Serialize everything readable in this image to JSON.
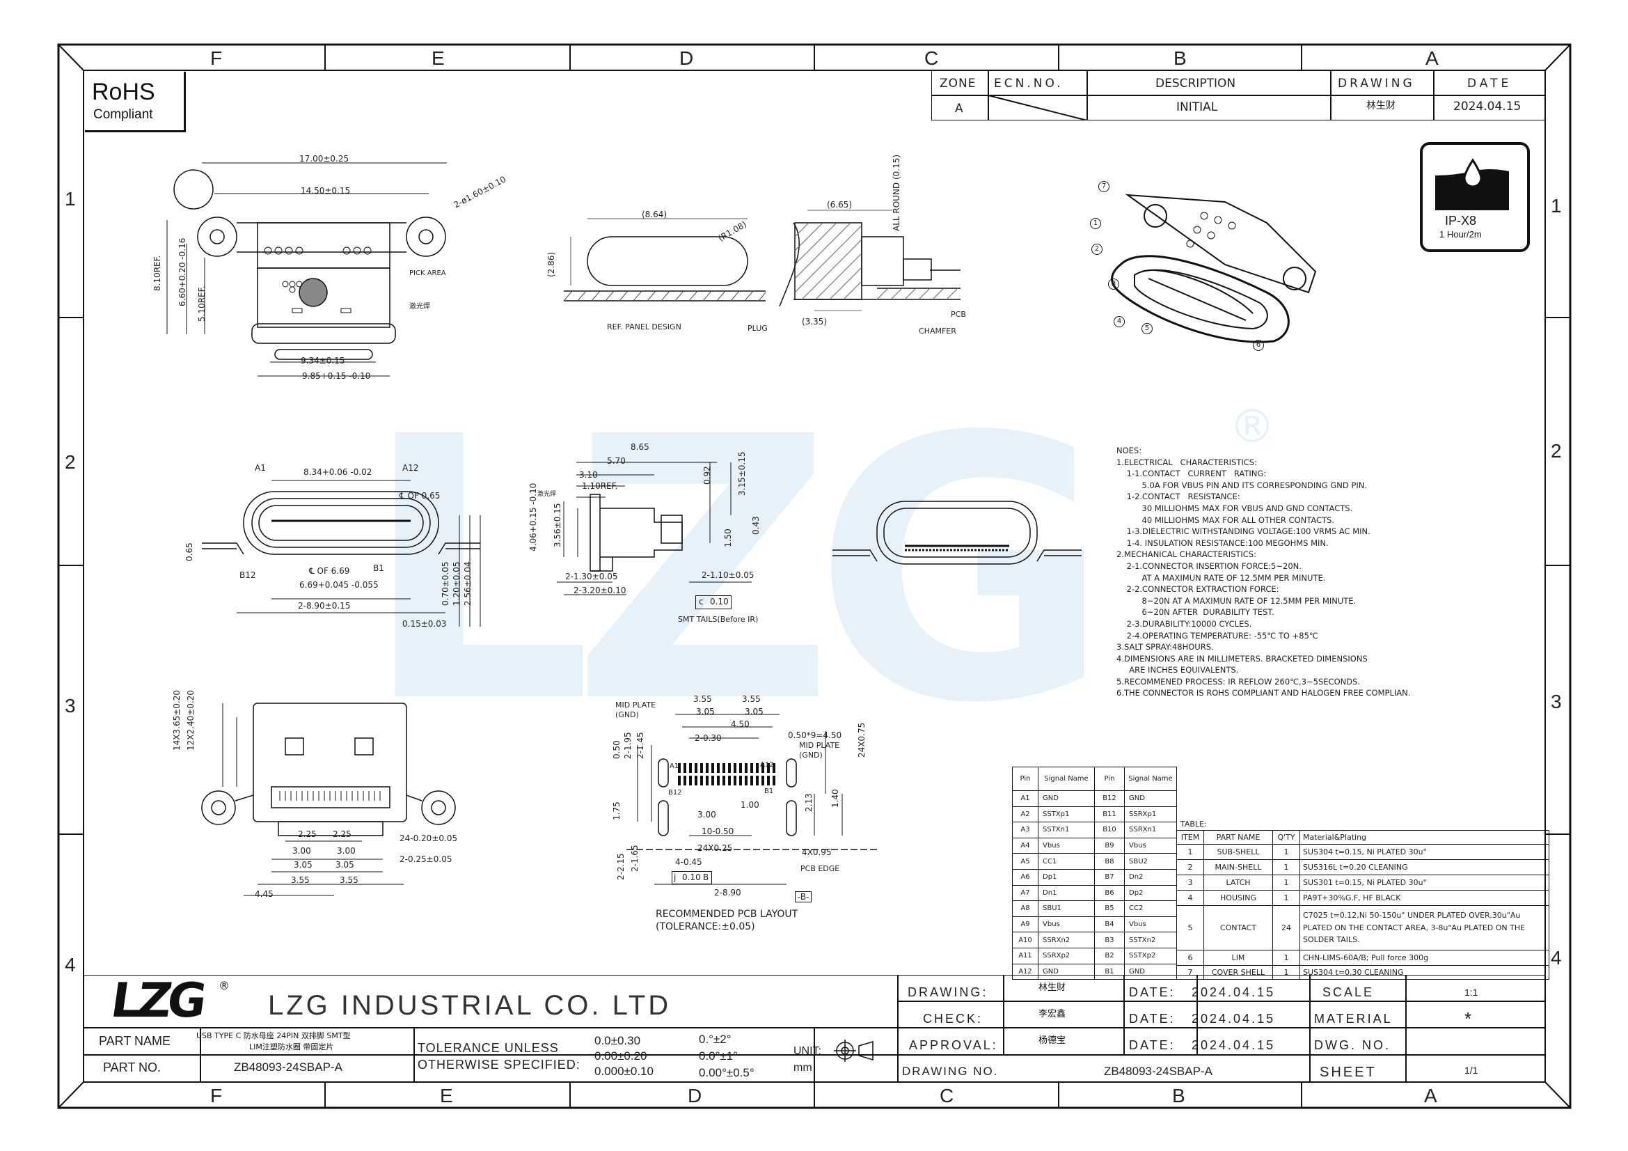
{
  "zones": {
    "top_letters": [
      "F",
      "E",
      "D",
      "C",
      "B",
      "A"
    ],
    "bottom_letters": [
      "F",
      "E",
      "D",
      "C",
      "B",
      "A"
    ],
    "left_numbers": [
      "1",
      "2",
      "3",
      "4"
    ],
    "right_numbers": [
      "1",
      "2",
      "3",
      "4"
    ]
  },
  "rohs": {
    "title": "RoHS",
    "subtitle": "Compliant"
  },
  "revision": {
    "headers": [
      "ZONE",
      "ECN.NO.",
      "DESCRIPTION",
      "DRAWING",
      "DATE"
    ],
    "row": [
      "A",
      "",
      "INITIAL",
      "林生财",
      "2024.04.15"
    ]
  },
  "ip_badge": {
    "rating": "IP-X8",
    "duration": "1 Hour/2m"
  },
  "watermark": {
    "text": "LZG",
    "registered": "®"
  },
  "views": {
    "top": {
      "d1": "17.00±0.25",
      "d2": "14.50±0.15",
      "hole": "2-ø1.60±0.10",
      "ref8": "8.10REF.",
      "ref660": "6.60+0.20 -0.16",
      "ref510": "5.10REF.",
      "pick": "PICK AREA",
      "laser": "激光焊",
      "w934": "9.34±0.15",
      "w985": "9.85+0.15 -0.10"
    },
    "panel": {
      "d864": "(8.64)",
      "r108": "(R1.08)",
      "h286": "(2.86)",
      "label": "REF. PANEL DESIGN"
    },
    "side": {
      "d665": "(6.65)",
      "allround": "ALL ROUND (0.15)",
      "d335": "(3.35)",
      "plug": "PLUG",
      "pcb": "PCB",
      "chamfer": "CHAMFER"
    },
    "front": {
      "a1": "A1",
      "a12": "A12",
      "b1": "B1",
      "b12": "B12",
      "d834": "8.34+0.06 -0.02",
      "cl065": "℄ OF 0.65",
      "cl669": "℄ OF 6.69",
      "d669": "6.69+0.045 -0.055",
      "d890": "2-8.90±0.15",
      "d065": "0.65",
      "d070": "0.70±0.05",
      "d120": "1.20±0.05",
      "d256": "2.56±0.04",
      "d015": "0.15±0.03"
    },
    "profile": {
      "d865": "8.65",
      "d570": "5.70",
      "d310": "3.10",
      "d110": "1.10REF.",
      "d092": "0.92",
      "d315": "3.15±0.15",
      "d406": "4.06+0.15 -0.10",
      "d356": "3.56±0.15",
      "d150": "1.50",
      "d043": "0.43",
      "d130": "2-1.30±0.05",
      "d320": "2-3.20±0.10",
      "d1105": "2-1.10±0.05",
      "cbox": "c",
      "cval": "0.10",
      "smt": "SMT TAILS(Before IR)",
      "laser": "激光焊"
    },
    "bottom": {
      "d1465": "14X3.65±0.20",
      "d1240": "12X2.40±0.20",
      "d225a": "2.25",
      "d225b": "2.25",
      "d300a": "3.00",
      "d300b": "3.00",
      "d305a": "3.05",
      "d305b": "3.05",
      "d355a": "3.55",
      "d355b": "3.55",
      "d445": "4.45",
      "d24": "24-0.20±0.05",
      "d2025": "2-0.25±0.05"
    },
    "pcb": {
      "mid_plate_l": "MID PLATE (GND)",
      "mid_plate_r": "MID PLATE (GND)",
      "d355a": "3.55",
      "d355b": "3.55",
      "d305a": "3.05",
      "d305b": "3.05",
      "d450": "4.50",
      "d030": "2-0.30",
      "d050x9": "0.50*9=4.50",
      "d24x075": "24X0.75",
      "d050": "0.50",
      "d195": "2-1.95",
      "d145": "2-1.45",
      "a1": "A1",
      "a12": "A12",
      "b12": "B12",
      "b1": "B1",
      "d100": "1.00",
      "d300": "3.00",
      "d213": "2.13",
      "d140": "1.40",
      "d175": "1.75",
      "d1050": "10-0.50",
      "d24x025": "24X0.25",
      "d4x095": "4X0.95",
      "d445": "4-0.45",
      "d215": "2-2.15",
      "d165": "2-1.65",
      "pcbedge": "PCB EDGE",
      "j": "j",
      "jval": "0.10",
      "jb": "B",
      "d890": "2-8.90",
      "bref": "-B-",
      "caption": "RECOMMENDED PCB LAYOUT",
      "tol": "(TOLERANCE:±0.05)"
    }
  },
  "notes": [
    "NOES:",
    "1.ELECTRICAL   CHARACTERISTICS:",
    "    1-1.CONTACT   CURRENT   RATING:",
    "          5.0A FOR VBUS PIN AND ITS CORRESPONDING GND PIN.",
    "    1-2.CONTACT   RESISTANCE:",
    "          30 MILLIOHMS MAX FOR VBUS AND GND CONTACTS.",
    "          40 MILLIOHMS MAX FOR ALL OTHER CONTACTS.",
    "    1-3.DIELECTRIC WITHSTANDING VOLTAGE:100 VRMS AC MIN.",
    "    1-4. INSULATION RESISTANCE:100 MEGOHMS MIN.",
    "2.MECHANICAL CHARACTERISTICS:",
    "    2-1.CONNECTOR INSERTION FORCE:5~20N.",
    "          AT A MAXIMUN RATE OF 12.5MM PER MINUTE.",
    "    2-2.CONNECTOR EXTRACTION FORCE:",
    "          8~20N AT A MAXIMUN RATE OF 12.5MM PER MINUTE.",
    "          6~20N AFTER  DURABILITY TEST.",
    "    2-3.DURABILITY:10000 CYCLES.",
    "    2-4.OPERATING TEMPERATURE: -55℃ TO +85℃",
    "3.SALT SPRAY:48HOURS.",
    "4.DIMENSIONS ARE IN MILLIMETERS. BRACKETED DIMENSIONS",
    "     ARE INCHES EQUIVALENTS.",
    "5.RECOMMENED PROCESS: IR REFLOW 260℃,3~5SECONDS.",
    "6.THE CONNECTOR IS ROHS COMPLIANT AND HALOGEN FREE COMPLIAN."
  ],
  "pin_table": {
    "headers": [
      "Pin",
      "Signal Name",
      "Pin",
      "Signal Name"
    ],
    "rows": [
      [
        "A1",
        "GND",
        "B12",
        "GND"
      ],
      [
        "A2",
        "SSTXp1",
        "B11",
        "SSRXp1"
      ],
      [
        "A3",
        "SSTXn1",
        "B10",
        "SSRXn1"
      ],
      [
        "A4",
        "Vbus",
        "B9",
        "Vbus"
      ],
      [
        "A5",
        "CC1",
        "B8",
        "SBU2"
      ],
      [
        "A6",
        "Dp1",
        "B7",
        "Dn2"
      ],
      [
        "A7",
        "Dn1",
        "B6",
        "Dp2"
      ],
      [
        "A8",
        "SBU1",
        "B5",
        "CC2"
      ],
      [
        "A9",
        "Vbus",
        "B4",
        "Vbus"
      ],
      [
        "A10",
        "SSRXn2",
        "B3",
        "SSTXn2"
      ],
      [
        "A11",
        "SSRXp2",
        "B2",
        "SSTXp2"
      ],
      [
        "A12",
        "GND",
        "B1",
        "GND"
      ]
    ]
  },
  "bom_table": {
    "caption": "TABLE:",
    "headers": [
      "ITEM",
      "PART NAME",
      "Q'TY",
      "Material&Plating"
    ],
    "rows": [
      [
        "1",
        "SUB-SHELL",
        "1",
        "SUS304  t=0.15, Ni PLATED 30u\""
      ],
      [
        "2",
        "MAIN-SHELL",
        "1",
        "SUS316L  t=0.20 CLEANING"
      ],
      [
        "3",
        "LATCH",
        "1",
        "SUS301  t=0.15, Ni PLATED 30u\""
      ],
      [
        "4",
        "HOUSING",
        "1",
        "PA9T+30%G.F, HF BLACK"
      ],
      [
        "5",
        "CONTACT",
        "24",
        "C7025  t=0.12,Ni 50-150u\" UNDER PLATED OVER.30u\"Au PLATED ON THE CONTACT AREA, 3-8u\"Au PLATED ON THE SOLDER TAILS."
      ],
      [
        "6",
        "LIM",
        "1",
        "CHN-LIMS-60A/B;  Pull  force 300g"
      ],
      [
        "7",
        "COVER SHELL",
        "1",
        "SUS304  t=0.30 CLEANING"
      ]
    ]
  },
  "balloons": [
    "7",
    "1",
    "2",
    "3",
    "4",
    "5",
    "6"
  ],
  "title_block": {
    "logo": "LZG",
    "logo_reg": "®",
    "company": "LZG INDUSTRIAL CO. LTD",
    "part_name_label": "PART NAME",
    "part_name_line1": "USB TYPE C 防水母座 24PIN 双排脚 SMT型",
    "part_name_line2": "LIM注塑防水圈 带固定片",
    "part_no_label": "PART NO.",
    "part_no": "ZB48093-24SBAP-A",
    "tolerance_l1": "TOLERANCE UNLESS",
    "tolerance_l2": "OTHERWISE SPECIFIED:",
    "tol_lin": [
      "0.0±0.30",
      "0.00±0.20",
      "0.000±0.10"
    ],
    "tol_ang": [
      "0.°±2°",
      "0.0°±1°",
      "0.00°±0.5°"
    ],
    "unit_label": "UNIT:",
    "unit": "mm",
    "drawing_label": "DRAWING:",
    "drawing_by": "林生财",
    "check_label": "CHECK:",
    "check_by": "李宏鑫",
    "approval_label": "APPROVAL:",
    "approval_by": "杨德宝",
    "date_label": "DATE:",
    "date1": "2024.04.15",
    "date2": "2024.04.15",
    "date3": "2024.04.15",
    "scale_label": "SCALE",
    "scale": "1:1",
    "material_label": "MATERIAL",
    "material": "*",
    "dwgno_label": "DWG. NO.",
    "dwgno": "",
    "drawing_no_label": "DRAWING NO.",
    "drawing_no": "ZB48093-24SBAP-A",
    "sheet_label": "SHEET",
    "sheet": "1/1"
  }
}
